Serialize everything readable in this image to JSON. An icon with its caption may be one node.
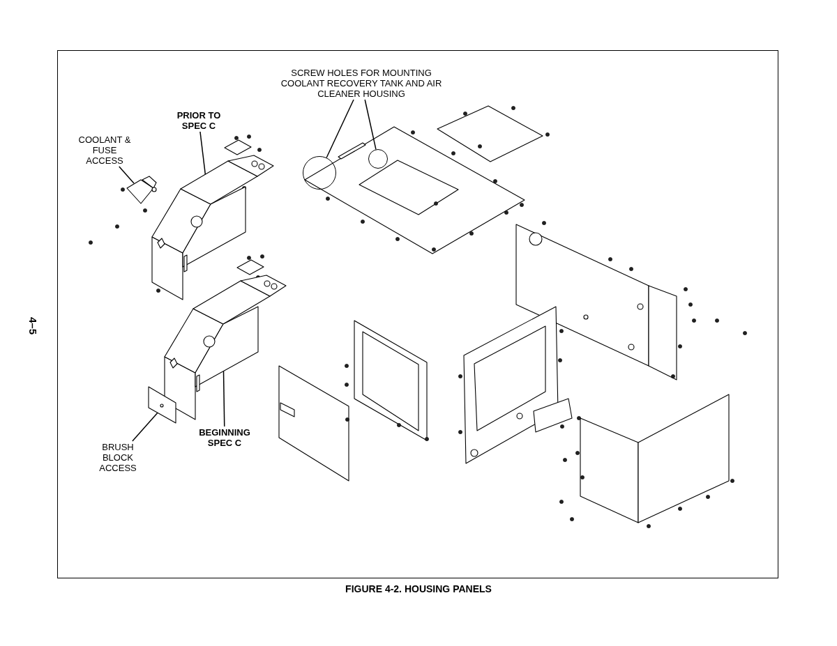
{
  "diagram": {
    "caption": "FIGURE 4-2. HOUSING PANELS",
    "nodes": [
      {
        "text": [
          "COOLANT & FUSE ACCESS"
        ]
      },
      {
        "text": [],
        "shape": "picture"
      },
      {
        "text": [
          "PRIOR TO SPEC C"
        ]
      },
      {
        "text": [],
        "shape": "picture"
      },
      {
        "text": [
          "SCREW HOLES FOR MOUNTING COOLANT RECOVERY TANK AND AIR CLEANER HOUSING"
        ]
      },
      {
        "text": [],
        "shape": "circle"
      },
      {
        "text": [],
        "shape": "circle"
      },
      {
        "text": [
          "BEGINNING SPEC C"
        ]
      },
      {
        "text": [],
        "shape": "picture"
      },
      {
        "text": [
          "BRUSH BLOCK ACCESS"
        ]
      },
      {
        "text": [],
        "shape": "picture"
      }
    ],
    "edges": [
      {
        "from": 0,
        "to": 1,
        "arrow": "none"
      },
      {
        "from": 2,
        "to": 3,
        "arrow": "none"
      },
      {
        "from": 4,
        "to": 5,
        "arrow": "none"
      },
      {
        "from": 4,
        "to": 6,
        "arrow": "none"
      },
      {
        "from": 7,
        "to": 8,
        "arrow": "none"
      },
      {
        "from": 9,
        "to": 10,
        "arrow": "none"
      }
    ],
    "labels": [
      "4–5"
    ]
  }
}
